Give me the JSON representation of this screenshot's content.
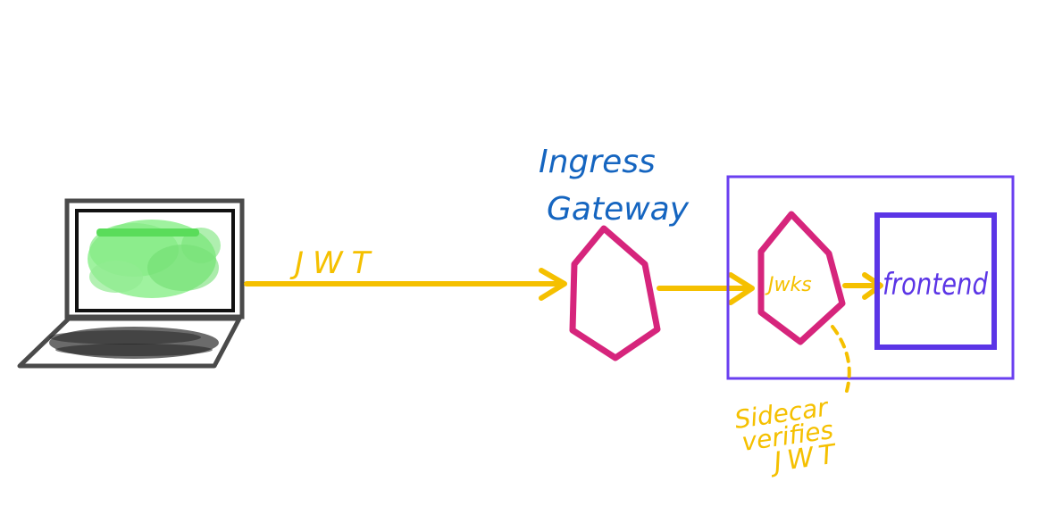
{
  "labels": {
    "jwt_arrow": "JWT",
    "gateway_line1": "Ingress",
    "gateway_line2": "Gateway",
    "sidecar_label": "Jwks",
    "service_label": "frontend",
    "note_line1": "Sidecar",
    "note_line2": "verifies",
    "note_line3": "JWT"
  },
  "icons": {
    "client": "laptop-icon",
    "gateway": "hexagon-gateway-icon",
    "sidecar": "hexagon-sidecar-icon"
  },
  "colors": {
    "arrow": "#f5c000",
    "gateway_text": "#1565c0",
    "hexagon": "#d6257c",
    "pod_border": "#6a3ff0",
    "service_border": "#5b35e6",
    "laptop_frame": "#4a4a4a",
    "screen_fill": "#5ee05e",
    "keyboard": "#3a3a3a"
  }
}
